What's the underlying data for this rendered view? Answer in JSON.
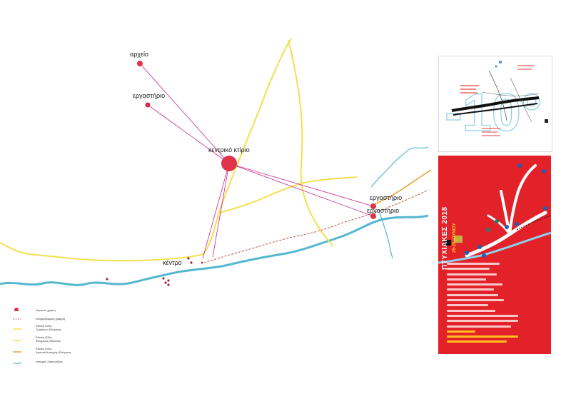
{
  "map": {
    "labels": {
      "archive": "αρχείο",
      "workshop_1": "εργαστήριο",
      "main_building": "κεντρικό κτίριο",
      "workshop_2": "εργαστήριο",
      "workshop_3": "εργαστήριο",
      "center": "κέντρο"
    },
    "colors": {
      "building": "#e0334a",
      "connection": "#c8268c",
      "railway": "#c0392b",
      "road_yellow": "#f3e04f",
      "road_orange": "#f0a030",
      "river": "#55b7cf"
    }
  },
  "legend": {
    "items": [
      {
        "symbol": "building-dot",
        "text": "κτίρια σε χρήση"
      },
      {
        "symbol": "railway-line",
        "text": "σιδηροδρομική γραμμή"
      },
      {
        "symbol": "road-yellow",
        "text": "Εθνική Οδός\nΤρικάλων-Φλώρινας"
      },
      {
        "symbol": "road-yellow",
        "text": "Εθνική Οδός\nΦλώρινας-Έδεσσας"
      },
      {
        "symbol": "road-orange",
        "text": "Εθνική Οδός\nΚρυσταλλοπηγής-Φλώρινας"
      },
      {
        "symbol": "river",
        "text": "ποταμός Σακουλέβας"
      }
    ]
  },
  "thumb1": {
    "title": "-10°"
  },
  "poster": {
    "title": "ΠΤΥΧΙΑΚΕΣ 2018",
    "date": "25-29 ΙΟΥΝΙΟΥ",
    "bg_color": "#e32129",
    "accent_color": "#ffd21f"
  }
}
